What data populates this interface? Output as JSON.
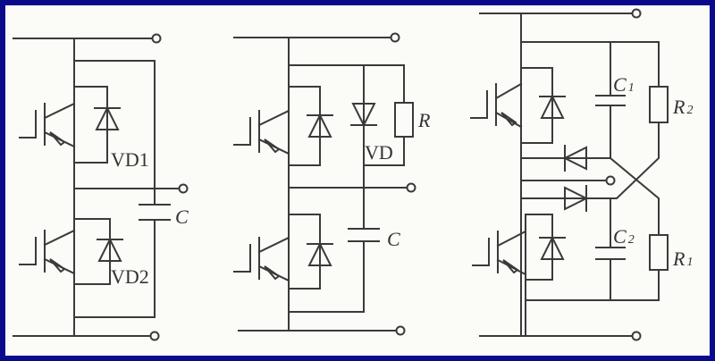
{
  "circuits": [
    {
      "name": "rcd-snubber-a",
      "labels": {
        "vd1": "VD1",
        "vd2": "VD2",
        "c": "C"
      }
    },
    {
      "name": "rcd-snubber-b",
      "labels": {
        "r": "R",
        "vd": "VD",
        "c": "C"
      }
    },
    {
      "name": "rcd-snubber-c",
      "labels": {
        "c1": "C",
        "c1_sub": "1",
        "r2": "R",
        "r2_sub": "2",
        "c2": "C",
        "c2_sub": "2",
        "r1": "R",
        "r1_sub": "1"
      }
    }
  ],
  "colors": {
    "border": "#0a0a8c",
    "background": "#fbfbf8",
    "ink": "#3a3a3a"
  }
}
